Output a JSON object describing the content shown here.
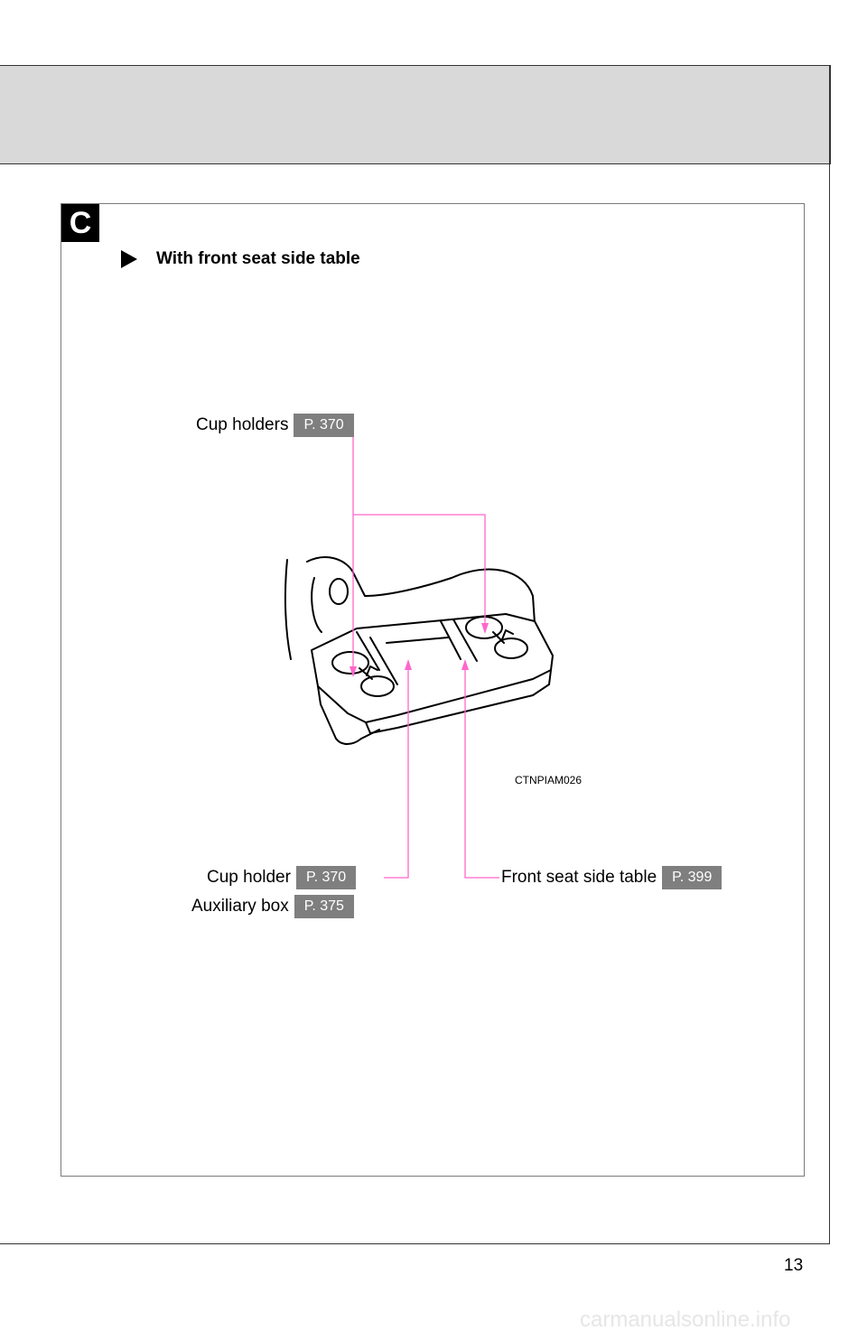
{
  "section": {
    "letter": "C",
    "subtitle": "With front seat side table"
  },
  "callouts": {
    "cup_holders": {
      "label": "Cup holders",
      "page_ref": "P. 370"
    },
    "cup_holder": {
      "label": "Cup holder",
      "page_ref": "P. 370"
    },
    "auxiliary_box": {
      "label": "Auxiliary box",
      "page_ref": "P. 375"
    },
    "front_seat_side_table": {
      "label": "Front seat side table",
      "page_ref": "P. 399"
    }
  },
  "image_code": "CTNPIAM026",
  "page_number": "13",
  "watermark": "carmanualsonline.info",
  "colors": {
    "header_band": "#d9d9d9",
    "page_ref_badge": "#7f7f7f",
    "leader_line": "#ff66cc"
  }
}
